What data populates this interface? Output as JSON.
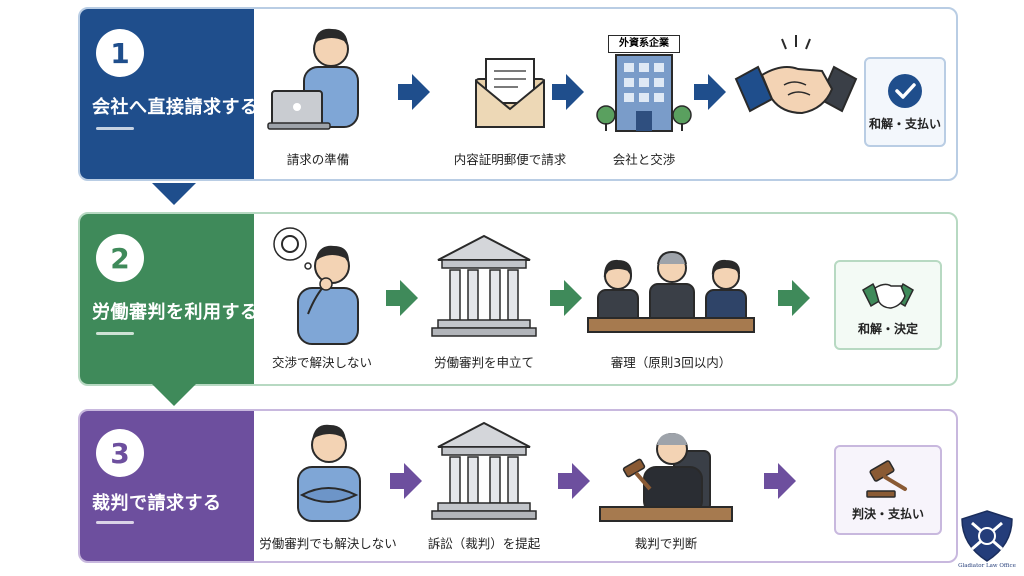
{
  "stages": [
    {
      "number": "1",
      "title": "会社へ直接請求する",
      "steps": [
        "請求の準備",
        "内容証明郵便で請求",
        "会社と交渉"
      ],
      "building_sign": "外資系企業",
      "result": "和解・支払い"
    },
    {
      "number": "2",
      "title": "労働審判を利用する",
      "steps": [
        "交渉で解決しない",
        "労働審判を申立て",
        "審理（原則3回以内）"
      ],
      "result": "和解・決定"
    },
    {
      "number": "3",
      "title": "裁判で請求する",
      "steps": [
        "労働審判でも解決しない",
        "訴訟（裁判）を提起",
        "裁判で判断"
      ],
      "result": "判決・支払い"
    }
  ],
  "colors": {
    "stage1": "#1f4e8c",
    "stage2": "#3f8a5a",
    "stage3": "#6d4f9e"
  },
  "logo": {
    "text": "Gladiator Law Office"
  }
}
